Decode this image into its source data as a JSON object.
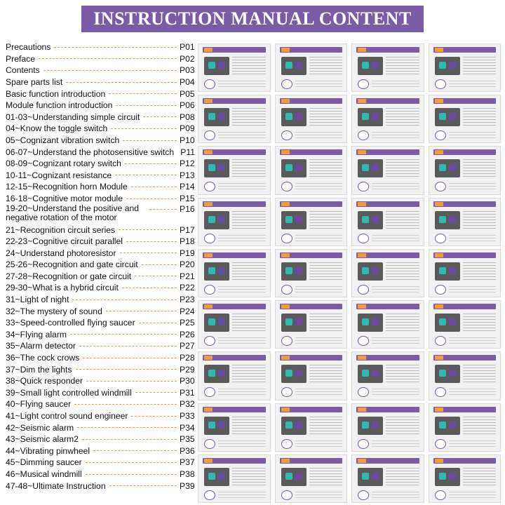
{
  "title": "INSTRUCTION MANUAL CONTENT",
  "toc": [
    {
      "label": "Precautions",
      "page": "P01"
    },
    {
      "label": "Preface",
      "page": "P02"
    },
    {
      "label": "Contents",
      "page": "P03"
    },
    {
      "label": "Spare parts  list",
      "page": "P04"
    },
    {
      "label": "Basic function introduction",
      "page": "P05"
    },
    {
      "label": "Module function introduction",
      "page": "P06"
    },
    {
      "label": "01-03~Understanding simple circuit",
      "page": "P08"
    },
    {
      "label": "04~Know the toggle switch",
      "page": "P09"
    },
    {
      "label": "05~Cognizant vibration switch",
      "page": "P10"
    },
    {
      "label": "06-07~Understand the photosensitive switch",
      "page": "P11"
    },
    {
      "label": "08-09~Cognizant rotary switch",
      "page": "P12"
    },
    {
      "label": "10-11~Cognizant resistance",
      "page": "P13"
    },
    {
      "label": "12-15~Recognition horn Module",
      "page": "P14"
    },
    {
      "label": "16-18~Cognitive motor module",
      "page": "P15"
    },
    {
      "label": "19-20~Understand the positive and negative rotation of the motor",
      "page": "P16",
      "tall": true
    },
    {
      "label": "21~Recognition circuit series",
      "page": "P17"
    },
    {
      "label": "22-23~Cognitive circuit parallel",
      "page": "P18"
    },
    {
      "label": "24~Understand photoresistor",
      "page": "P19"
    },
    {
      "label": "25-26~Recognition and gate circuit",
      "page": "P20"
    },
    {
      "label": "27-28~Recognition or gate circuit",
      "page": "P21"
    },
    {
      "label": "29-30~What is a hybrid circuit",
      "page": "P22"
    },
    {
      "label": "31~Light of night",
      "page": "P23"
    },
    {
      "label": "32~The mystery of sound",
      "page": "P24"
    },
    {
      "label": "33~Speed-controlled flying saucer",
      "page": "P25"
    },
    {
      "label": "34~Flying alarm",
      "page": "P26"
    },
    {
      "label": "35~Alarm detector",
      "page": "P27"
    },
    {
      "label": "36~The cock crows",
      "page": "P28"
    },
    {
      "label": "37~Dim the lights",
      "page": "P29"
    },
    {
      "label": "38~Quick responder",
      "page": "P30"
    },
    {
      "label": "39~Small light controlled windmill",
      "page": "P31"
    },
    {
      "label": "40~Flying saucer",
      "page": "P32"
    },
    {
      "label": "41~Light control sound engineer",
      "page": "P33"
    },
    {
      "label": "42~Seismic alarm",
      "page": "P34"
    },
    {
      "label": "43~Seismic alarm2",
      "page": "P35"
    },
    {
      "label": "44~Vibrating pinwheel",
      "page": "P36"
    },
    {
      "label": "45~Dimming saucer",
      "page": "P37"
    },
    {
      "label": "46~Musical windmill",
      "page": "P38"
    },
    {
      "label": "47-48~Ultimate Instruction",
      "page": "P39"
    }
  ],
  "thumbnails_count": 36,
  "colors": {
    "banner": "#7b5aa6",
    "dash": "#f39a3a",
    "accent_teal": "#2bbbb0"
  }
}
